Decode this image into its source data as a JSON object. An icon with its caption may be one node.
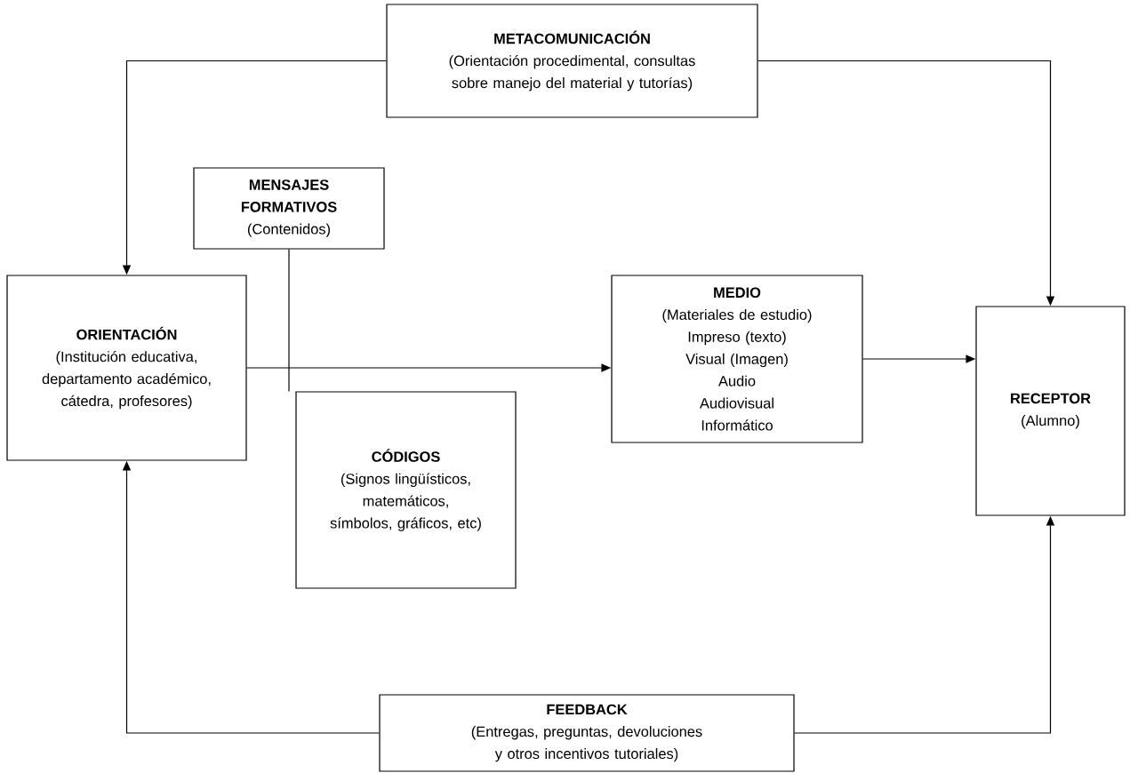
{
  "diagram": {
    "nodes": [
      {
        "text": [
          "METACOMUNICACIÓN",
          "(Orientación procedimental, consultas sobre manejo del material y tutorías)"
        ]
      },
      {
        "text": [
          "MENSAJES FORMATIVOS",
          "(Contenidos)"
        ]
      },
      {
        "text": [
          "ORIENTACIÓN",
          "(Institución educativa, departamento académico, cátedra, profesores)"
        ]
      },
      {
        "text": [
          "MEDIO",
          "(Materiales de estudio)",
          "Impreso (texto)",
          "Visual (Imagen)",
          "Audio",
          "Audiovisual",
          "Informático"
        ]
      },
      {
        "text": [
          "CÓDIGOS",
          "(Signos lingüísticos, matemáticos, símbolos, gráficos, etc)"
        ]
      },
      {
        "text": [
          "RECEPTOR",
          "(Alumno)"
        ]
      },
      {
        "text": [
          "FEEDBACK",
          "(Entregas, preguntas, devoluciones y otros incentivos tutoriales)"
        ]
      }
    ],
    "edges": [
      {
        "from": 0,
        "to": 2,
        "arrow": "to"
      },
      {
        "from": 0,
        "to": 5,
        "arrow": "to"
      },
      {
        "from": 2,
        "to": 3,
        "arrow": "to"
      },
      {
        "from": 3,
        "to": 5,
        "arrow": "to"
      },
      {
        "from": 1,
        "to": 4,
        "arrow": "none"
      },
      {
        "from": 6,
        "to": 2,
        "arrow": "to"
      },
      {
        "from": 6,
        "to": 5,
        "arrow": "to"
      }
    ]
  }
}
